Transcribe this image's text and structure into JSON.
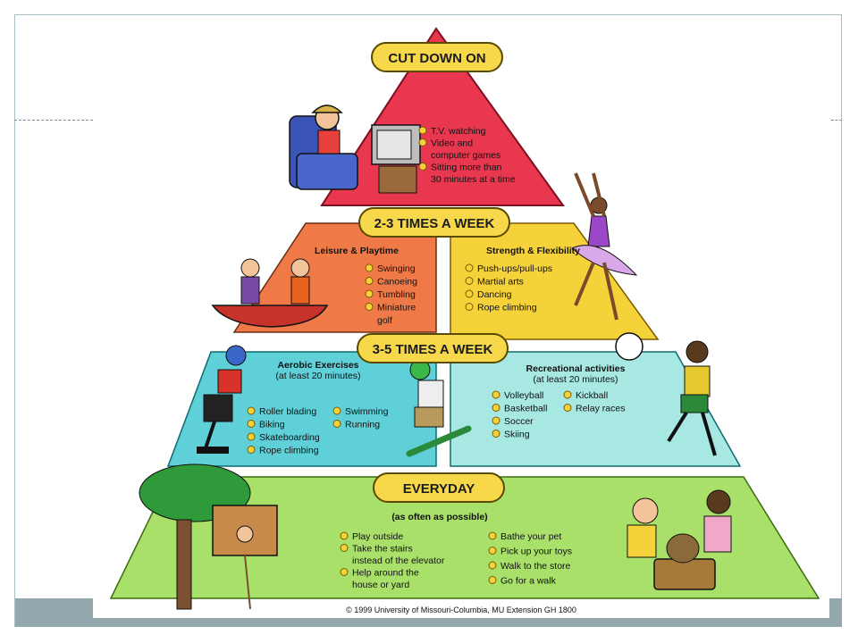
{
  "colors": {
    "top": "#e8374f",
    "leisure": "#ef7a48",
    "strength": "#f5d23a",
    "aerobic": "#5fd0d8",
    "recreational": "#a8e8e3",
    "everyday": "#a8e06a",
    "banner": "#f6d84a"
  },
  "tiers": {
    "top": {
      "banner": "CUT DOWN ON",
      "items": [
        "T.V. watching",
        "Video and",
        "computer games",
        "Sitting more than",
        "30 minutes at a time"
      ]
    },
    "second": {
      "banner": "2-3 TIMES A WEEK",
      "left": {
        "heading": "Leisure & Playtime",
        "items": [
          "Swinging",
          "Canoeing",
          "Tumbling",
          "Miniature",
          "golf"
        ]
      },
      "right": {
        "heading": "Strength & Flexibility",
        "items": [
          "Push-ups/pull-ups",
          "Martial arts",
          "Dancing",
          "Rope climbing"
        ]
      }
    },
    "third": {
      "banner": "3-5 TIMES A WEEK",
      "left": {
        "heading": "Aerobic Exercises",
        "subheading": "(at least 20 minutes)",
        "col1": [
          "Roller blading",
          "Biking",
          "Skateboarding",
          "Rope climbing"
        ],
        "col2": [
          "Swimming",
          "Running"
        ]
      },
      "right": {
        "heading": "Recreational activities",
        "subheading": "(at least 20 minutes)",
        "col1": [
          "Volleyball",
          "Basketball",
          "Soccer",
          "Skiing"
        ],
        "col2": [
          "Kickball",
          "Relay races"
        ]
      }
    },
    "bottom": {
      "banner": "EVERYDAY",
      "subheading": "(as often as possible)",
      "col1": [
        "Play outside",
        "Take the stairs",
        "instead of the elevator",
        "Help around the",
        "house or yard"
      ],
      "col2": [
        "Bathe your pet",
        "Pick up your toys",
        "Walk to the store",
        "Go for a walk"
      ]
    }
  },
  "copyright": "© 1999 University of Missouri-Columbia, MU Extension GH 1800"
}
